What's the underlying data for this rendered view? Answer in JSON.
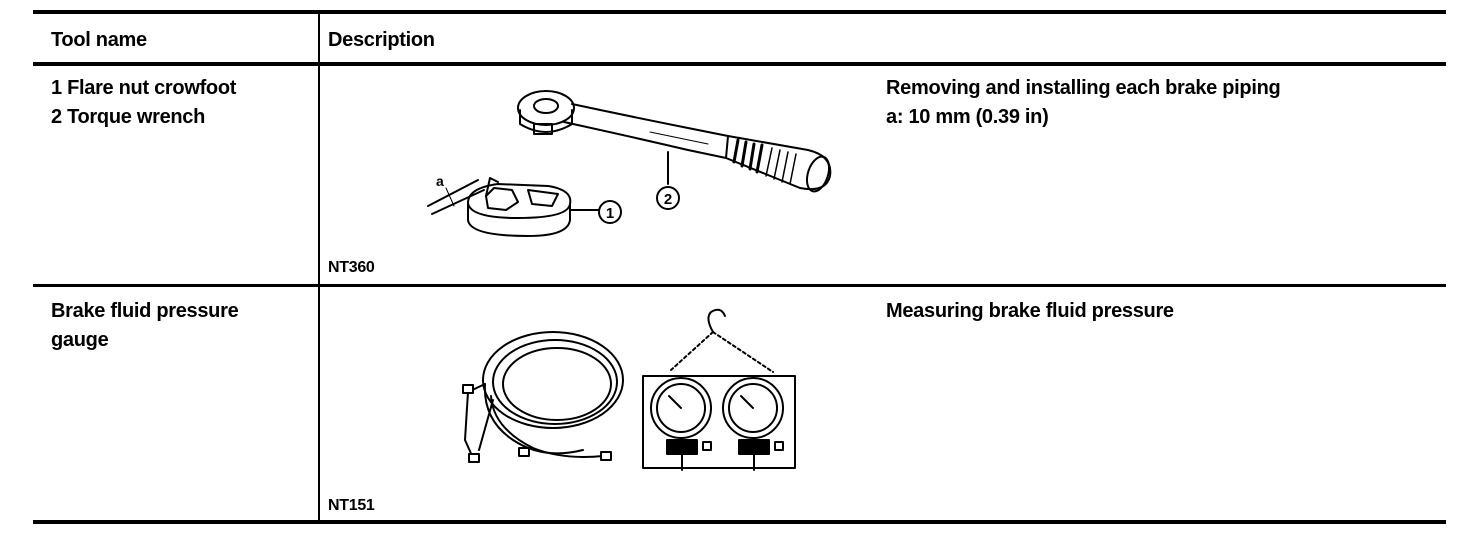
{
  "header": {
    "tool_name": "Tool name",
    "description": "Description"
  },
  "rows": [
    {
      "name_lines": [
        "1 Flare nut crowfoot",
        "2 Torque wrench"
      ],
      "description_lines": [
        "Removing and installing each brake piping",
        "a: 10 mm (0.39 in)"
      ],
      "figure_code": "NT360",
      "figure_labels": {
        "dim": "a",
        "callout1": "1",
        "callout2": "2"
      }
    },
    {
      "name_lines": [
        "Brake fluid pressure",
        "gauge"
      ],
      "description_lines": [
        "Measuring brake fluid pressure"
      ],
      "figure_code": "NT151"
    }
  ]
}
